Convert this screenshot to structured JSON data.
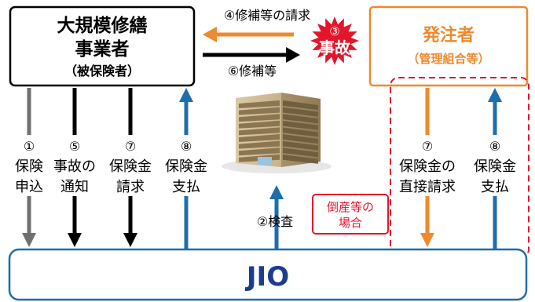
{
  "contractor": {
    "name_line1": "大規模修繕",
    "name_line2": "事業者",
    "role": "（被保険者）"
  },
  "client": {
    "name": "発注者",
    "note": "（管理組合等）"
  },
  "accident": {
    "number": "③",
    "label": "事故"
  },
  "flows": {
    "repair_request": "④修補等の請求",
    "repair": "⑥修補等",
    "inspection": "②検査"
  },
  "steps": {
    "apply": {
      "number": "①",
      "line1": "保険",
      "line2": "申込"
    },
    "notify": {
      "number": "⑤",
      "line1": "事故の",
      "line2": "通知"
    },
    "claim": {
      "number": "⑦",
      "line1": "保険金",
      "line2": "請求"
    },
    "pay": {
      "number": "⑧",
      "line1": "保険金",
      "line2": "支払"
    },
    "direct_claim": {
      "number": "⑦",
      "line1": "保険金の",
      "line2": "直接請求"
    },
    "direct_pay": {
      "number": "⑧",
      "line1": "保険金",
      "line2": "支払"
    }
  },
  "bankruptcy": {
    "line1": "倒産等の",
    "line2": "場合"
  },
  "insurer": {
    "name": "JIO"
  },
  "colors": {
    "orange": "#EE8A2E",
    "blue": "#1E6DAE",
    "navy": "#1B3D8F",
    "red": "#E3152B",
    "gray": "#707070",
    "black": "#000000"
  }
}
